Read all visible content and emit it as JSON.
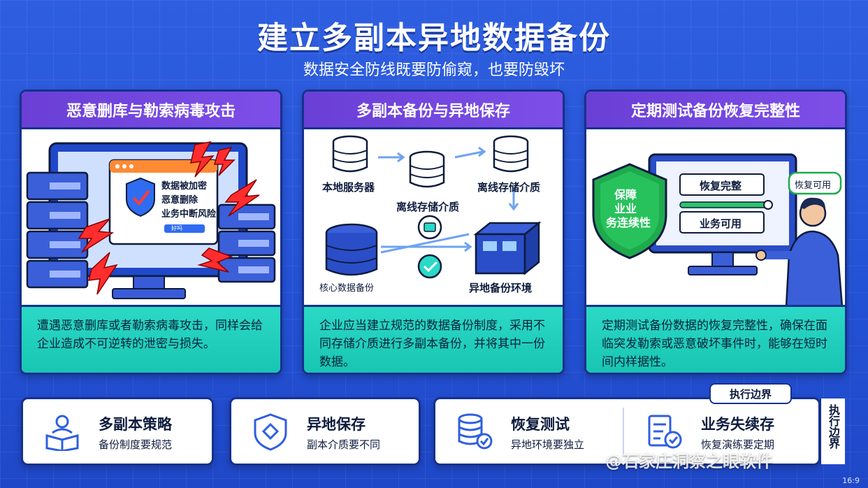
{
  "header": {
    "title": "建立多副本异地数据备份",
    "subtitle": "数据安全防线既要防偷窥，也要防毁坏"
  },
  "cards": [
    {
      "title": "恶意删库与勒索病毒攻击",
      "popup_lines": [
        "数据被加密",
        "恶意删除",
        "业务中断风险"
      ],
      "popup_button": "好吗",
      "description": "遭遇恶意删库或者勒索病毒攻击，同样会给企业造成不可逆转的泄密与损失。"
    },
    {
      "title": "多副本备份与异地保存",
      "labels": {
        "local": "本地服务器",
        "offline1": "离线存储介质",
        "offline2": "离线存储介质",
        "core": "核心数据备份",
        "remote": "异地备份环境"
      },
      "description": "企业应当建立规范的数据备份制度，采用不同存储介质进行多副本备份，并将其中一份数据。"
    },
    {
      "title": "定期测试备份恢复完整性",
      "shield_text": [
        "保障",
        "业业",
        "务连续性"
      ],
      "screen_items": [
        "恢复完整",
        "业务可用"
      ],
      "bubble": "恢复可用",
      "description": "定期测试备份数据的恢复完整性，确保在面临突发勒索或恶意破坏事件时，能够在短时间内样据性。"
    }
  ],
  "bottom": [
    {
      "name": "多副本策略",
      "desc": "备份制度要规范",
      "icon": "people-book-icon"
    },
    {
      "name": "异地保存",
      "desc": "副本介质要不同",
      "icon": "shield-icon"
    },
    {
      "name": "恢复测试",
      "desc": "异地环境要独立",
      "icon": "database-check-icon"
    },
    {
      "name": "业务失续存",
      "desc": "恢复演练要定期",
      "icon": "document-check-icon"
    }
  ],
  "edge": {
    "tag": "执行边界",
    "vertical": "执行边界"
  },
  "watermark": "@石家庄洞察之眼软件",
  "corner": "16:9",
  "colors": {
    "background": "#2453d6",
    "card_head": "#6a3fd6",
    "card_foot": "#18c5b2",
    "border": "#17308f"
  }
}
